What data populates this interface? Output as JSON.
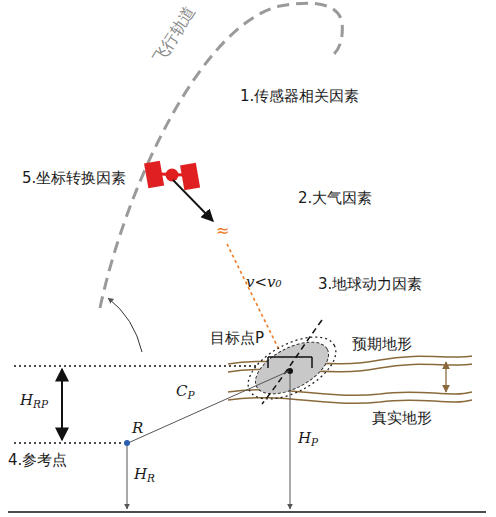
{
  "diagram": {
    "labels": [
      "飞行轨道",
      "1.传感器相关因素",
      "2.大气因素",
      "≈",
      "v<v₀",
      "3.地球动力因素",
      "5.坐标转换因素",
      "目标点P",
      "预期地形",
      "真实地形",
      "HRP",
      "CP",
      "4.参考点",
      "R",
      "HR",
      "HP"
    ]
  }
}
